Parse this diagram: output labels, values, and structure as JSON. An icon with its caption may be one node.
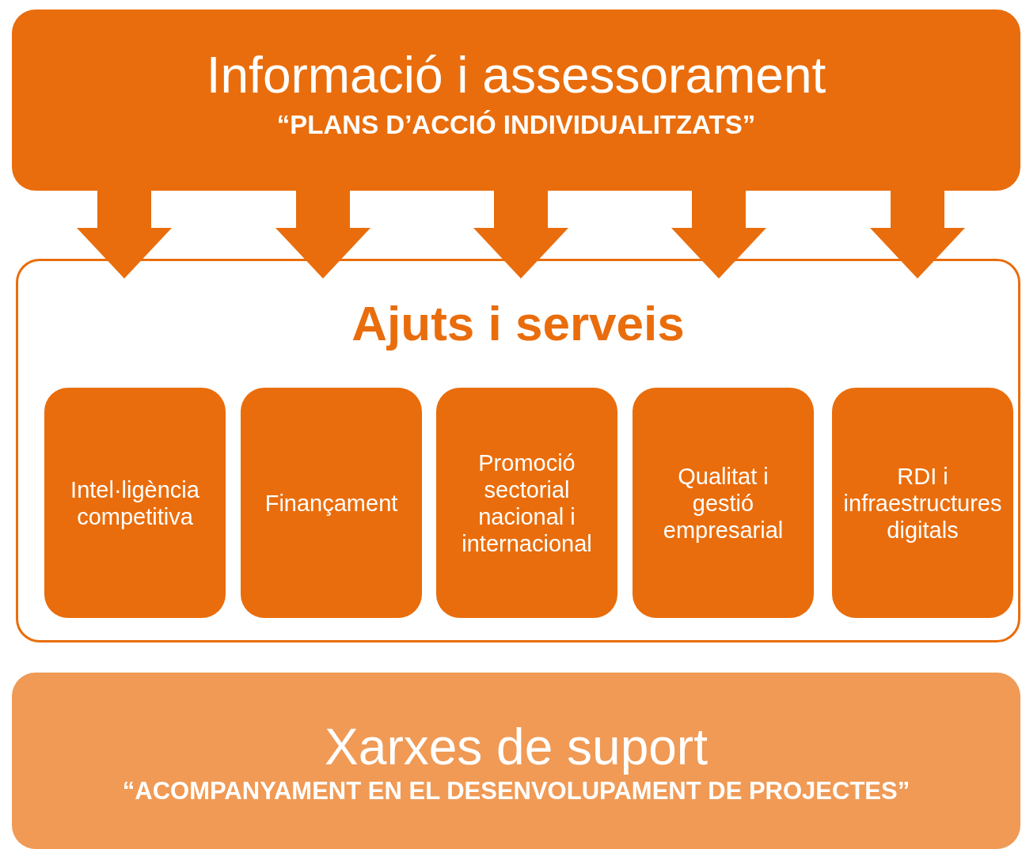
{
  "diagram": {
    "nodes": [
      {
        "text": [
          "Informació i assessorament",
          "“PLANS D’ACCIÓ INDIVIDUALITZATS”"
        ]
      },
      {
        "text": [
          "Ajuts i serveis"
        ]
      },
      {
        "text": [
          "Intel·ligència competitiva"
        ],
        "in": 1
      },
      {
        "text": [
          "Finançament"
        ],
        "in": 1
      },
      {
        "text": [
          "Promoció sectorial nacional i internacional"
        ],
        "in": 1
      },
      {
        "text": [
          "Qualitat i gestió empresarial"
        ],
        "in": 1
      },
      {
        "text": [
          "RDI i infraestructures digitals"
        ],
        "in": 1
      },
      {
        "text": [
          "Xarxes de suport",
          "“ACOMPANYAMENT EN EL DESENVOLUPAMENT DE PROJECTES”"
        ]
      }
    ],
    "edges": [
      {
        "from": 0,
        "to": 1,
        "arrow": "to"
      },
      {
        "from": 0,
        "to": 1,
        "arrow": "to"
      },
      {
        "from": 0,
        "to": 1,
        "arrow": "to"
      },
      {
        "from": 0,
        "to": 1,
        "arrow": "to"
      },
      {
        "from": 0,
        "to": 1,
        "arrow": "to"
      }
    ]
  }
}
